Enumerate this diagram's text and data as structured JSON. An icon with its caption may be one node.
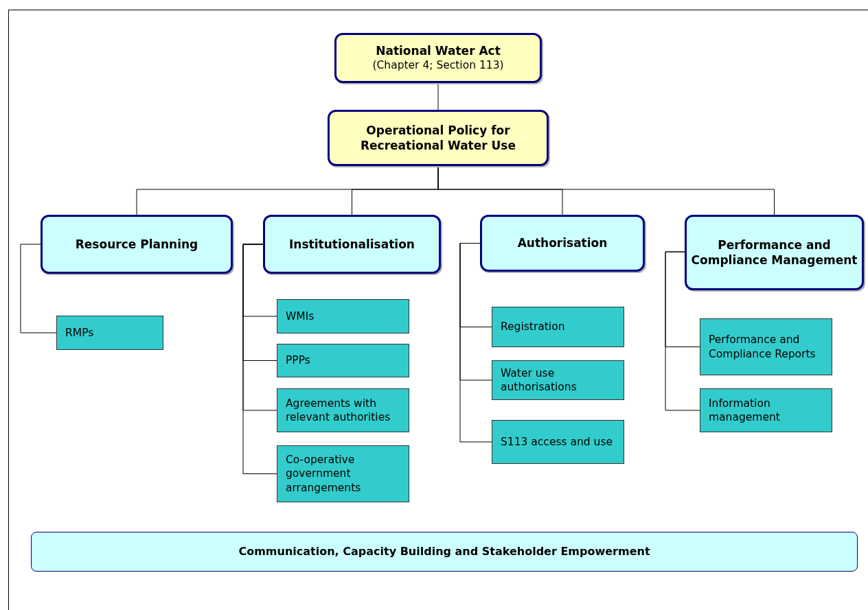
{
  "diagram": {
    "nodes": [
      {
        "text": [
          "National Water Act",
          "(Chapter 4; Section 113)"
        ]
      },
      {
        "text": [
          "Operational Policy for Recreational Water Use"
        ]
      },
      {
        "text": [
          "Resource Planning"
        ]
      },
      {
        "text": [
          "Institutionalisation"
        ]
      },
      {
        "text": [
          "Authorisation"
        ]
      },
      {
        "text": [
          "Performance and Compliance Management"
        ]
      },
      {
        "text": [
          "RMPs"
        ]
      },
      {
        "text": [
          "WMIs"
        ]
      },
      {
        "text": [
          "PPPs"
        ]
      },
      {
        "text": [
          "Agreements with relevant authorities"
        ]
      },
      {
        "text": [
          "Co-operative government arrangements"
        ]
      },
      {
        "text": [
          "Registration"
        ]
      },
      {
        "text": [
          "Water use authorisations"
        ]
      },
      {
        "text": [
          "S113 access and use"
        ]
      },
      {
        "text": [
          "Performance and Compliance Reports"
        ]
      },
      {
        "text": [
          "Information management"
        ]
      },
      {
        "text": [
          "Communication, Capacity Building and Stakeholder Empowerment"
        ]
      }
    ],
    "edges": [
      {
        "from": 0,
        "to": 1,
        "arrow": "none"
      },
      {
        "from": 1,
        "to": 2,
        "arrow": "none"
      },
      {
        "from": 1,
        "to": 3,
        "arrow": "none"
      },
      {
        "from": 1,
        "to": 4,
        "arrow": "none"
      },
      {
        "from": 1,
        "to": 5,
        "arrow": "none"
      },
      {
        "from": 2,
        "to": 6,
        "arrow": "none"
      },
      {
        "from": 3,
        "to": 7,
        "arrow": "none"
      },
      {
        "from": 3,
        "to": 8,
        "arrow": "none"
      },
      {
        "from": 3,
        "to": 9,
        "arrow": "none"
      },
      {
        "from": 3,
        "to": 10,
        "arrow": "none"
      },
      {
        "from": 4,
        "to": 11,
        "arrow": "none"
      },
      {
        "from": 4,
        "to": 12,
        "arrow": "none"
      },
      {
        "from": 4,
        "to": 13,
        "arrow": "none"
      },
      {
        "from": 5,
        "to": 14,
        "arrow": "none"
      },
      {
        "from": 5,
        "to": 15,
        "arrow": "none"
      }
    ]
  }
}
